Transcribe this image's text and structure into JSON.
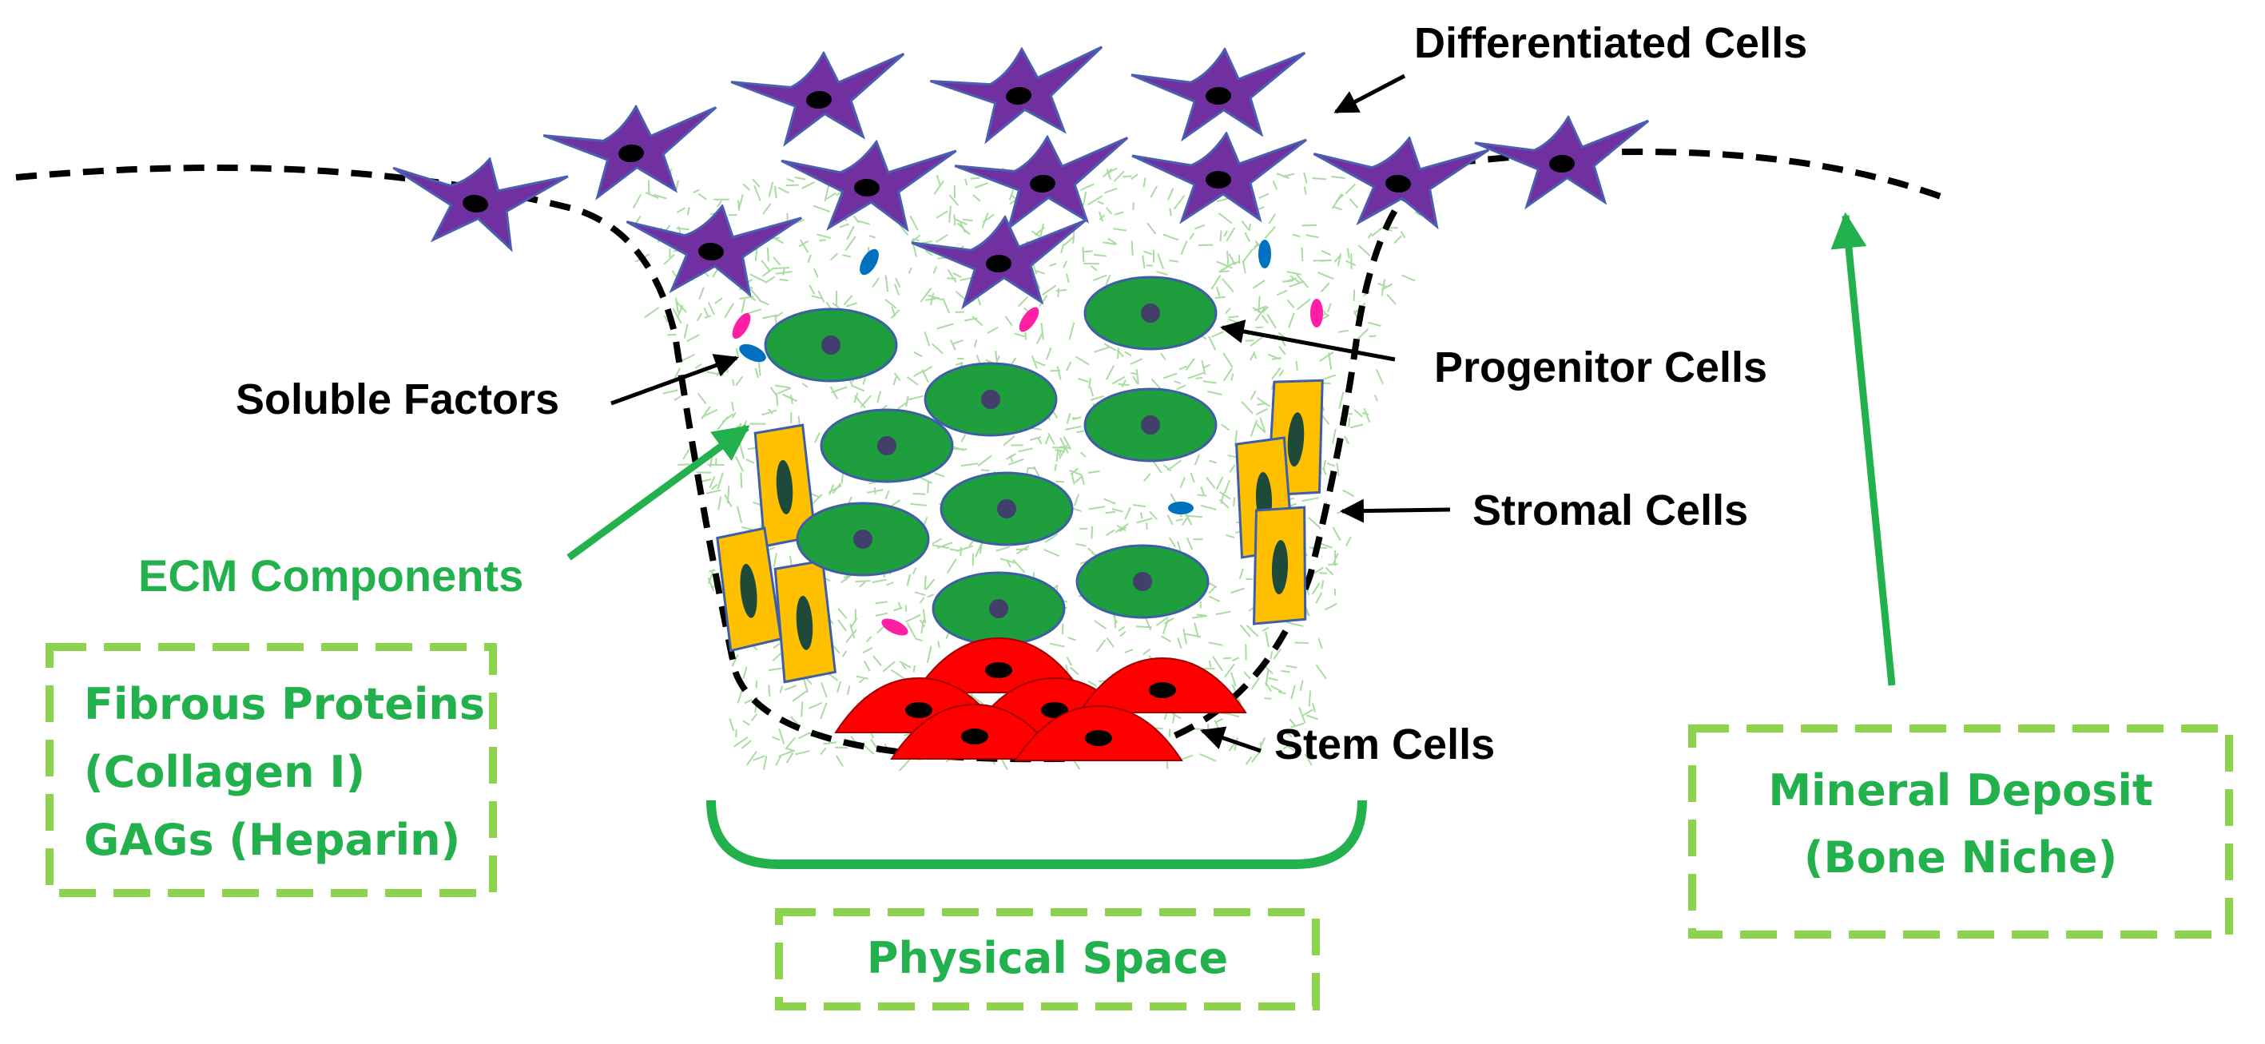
{
  "labels": {
    "differentiated": "Differentiated Cells",
    "progenitor": "Progenitor Cells",
    "soluble": "Soluble Factors",
    "stromal": "Stromal Cells",
    "ecm": "ECM Components",
    "stem": "Stem Cells"
  },
  "boxes": {
    "ecm_box": {
      "line1": "Fibrous Proteins",
      "line2": "(Collagen I)",
      "line3": "GAGs (Heparin)"
    },
    "mineral_box": {
      "line1": "Mineral Deposit",
      "line2": "(Bone Niche)"
    },
    "space_box": {
      "line1": "Physical Space"
    }
  },
  "colors": {
    "green_text": "#22b14c",
    "green_box": "#8bd34c",
    "differentiated_cell": "#7030a0",
    "progenitor_cell": "#1e9e3c",
    "stromal_cell": "#ffc000",
    "stem_cell": "#ff0000",
    "soluble_pink": "#ff1fa5",
    "soluble_blue": "#0070c0",
    "ecm_fiber": "#a8dca0"
  }
}
